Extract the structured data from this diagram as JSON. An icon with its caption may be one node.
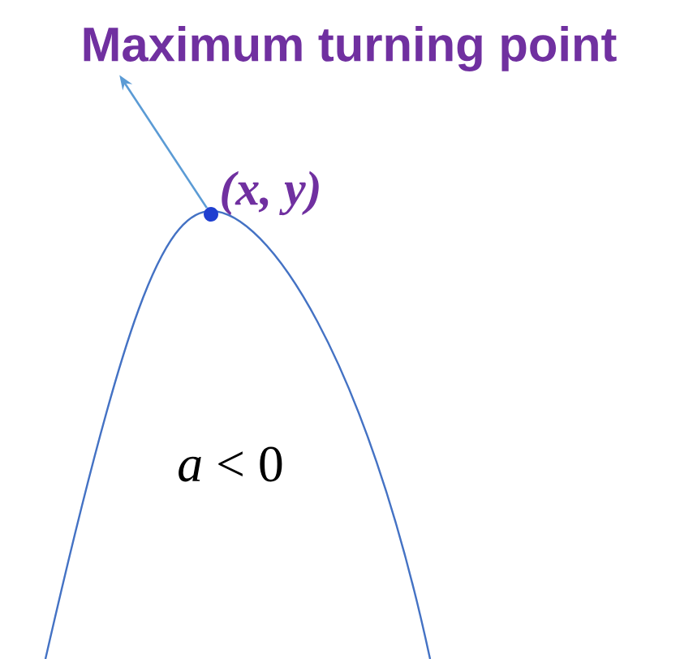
{
  "diagram": {
    "nodes": [
      {
        "text": [
          "Maximum turning point"
        ]
      },
      {
        "text": [],
        "shape": "circle",
        "beside": [
          "(x, y)"
        ]
      }
    ],
    "edges": [
      {
        "from": 1,
        "to": 0,
        "arrow": "to"
      }
    ],
    "labels": [
      "*a* < 0"
    ]
  }
}
